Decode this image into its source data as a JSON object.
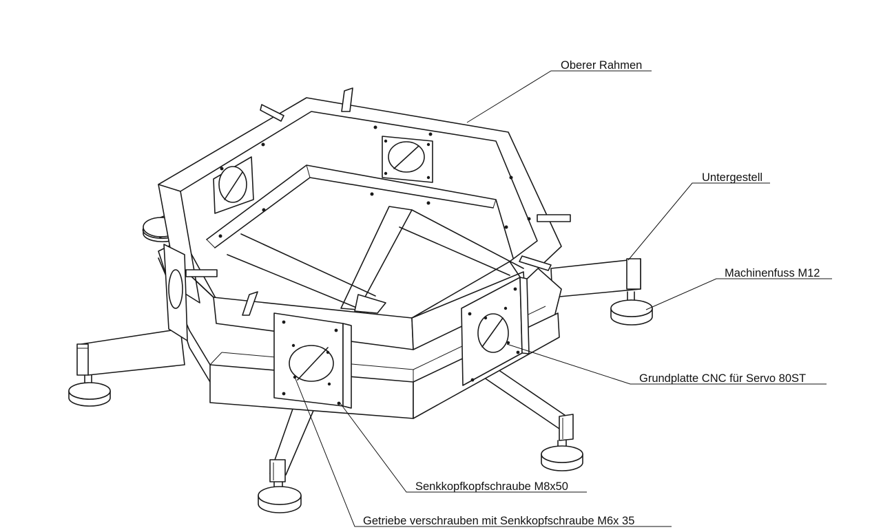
{
  "labels": {
    "upper_frame": "Oberer Rahmen",
    "base_frame": "Untergestell",
    "machine_foot": "Machinenfuss M12",
    "base_plate": "Grundplatte CNC für Servo 80ST",
    "countersunk_screw": "Senkkopfkopfschraube M8x50",
    "gear_screw": "Getriebe verschrauben mit  Senkkopfschraube M6x 35"
  }
}
